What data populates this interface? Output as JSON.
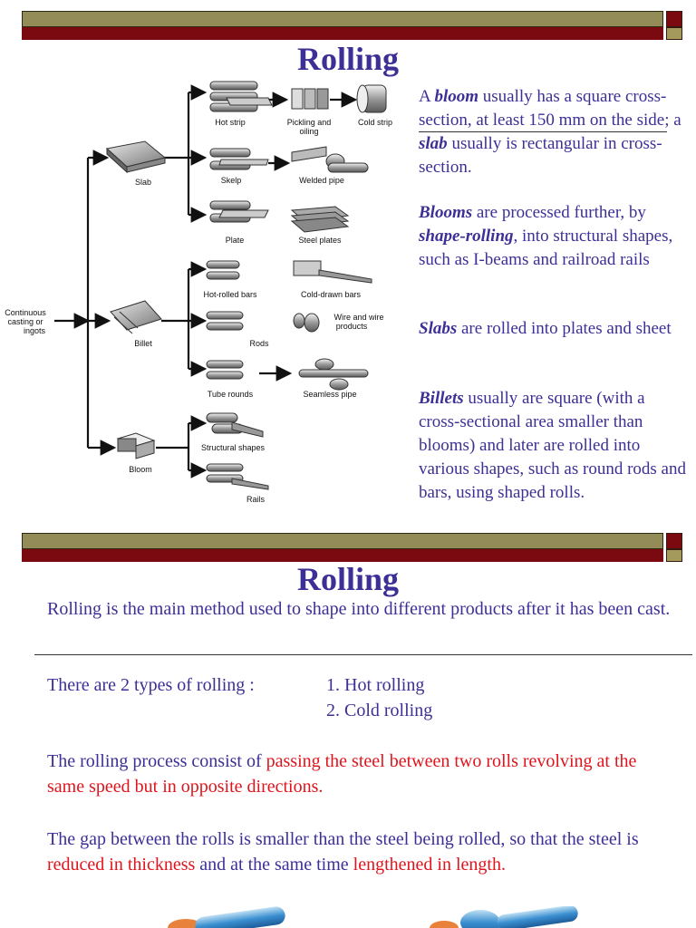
{
  "slide1": {
    "title": "Rolling",
    "diagram": {
      "source": "Continuous casting or ingots",
      "source_lines": [
        "Continuous",
        "casting or",
        "ingots"
      ],
      "slab": "Slab",
      "billet": "Billet",
      "bloom": "Bloom",
      "hot_strip": "Hot strip",
      "pickling": [
        "Pickling and",
        "oiling"
      ],
      "cold_strip": "Cold strip",
      "skelp": "Skelp",
      "welded_pipe": "Welded pipe",
      "plate": "Plate",
      "steel_plates": "Steel plates",
      "hot_rolled_bars": "Hot-rolled bars",
      "cold_drawn_bars": "Cold-drawn bars",
      "rods": "Rods",
      "wire": [
        "Wire and wire",
        "products"
      ],
      "tube_rounds": "Tube rounds",
      "seamless_pipe": "Seamless pipe",
      "structural_shapes": "Structural shapes",
      "rails": "Rails"
    },
    "p1": {
      "a": "A ",
      "bloom": "bloom",
      "b": " usually has a square cross-section, at least 150 mm on the side; a ",
      "slab": "slab",
      "c": " usually is rectangular in cross-section."
    },
    "p2": {
      "blooms": "Blooms",
      "a": " are processed further, by ",
      "shape_rolling": "shape-rolling",
      "b": ", into structural shapes, such as I-beams and railroad rails"
    },
    "p3": {
      "slabs": "Slabs",
      "a": " are rolled into plates and sheet"
    },
    "p4": {
      "billets": "Billets",
      "a": " usually are square (with a cross-sectional area smaller than blooms) and later are rolled into various shapes, such as round rods and bars, using shaped rolls."
    }
  },
  "slide2": {
    "title": "Rolling",
    "intro": "Rolling is the main method used to shape into different products after it has been cast.",
    "types_label": "There are 2 types of rolling :",
    "type1": "1. Hot rolling",
    "type2": "2. Cold rolling",
    "process_a": "The rolling process consist of ",
    "process_red": "passing the steel between two rolls revolving at the same speed but in opposite directions.",
    "gap_a": "The gap between the rolls is smaller than the steel being rolled, so that the steel is ",
    "gap_red1": "reduced in thickness",
    "gap_b": " and at the same time ",
    "gap_red2": "lengthened in length."
  },
  "colors": {
    "text": "#3c2f96",
    "highlight": "#e0141c",
    "band_olive": "#948c58",
    "band_red": "#7a0a10"
  }
}
